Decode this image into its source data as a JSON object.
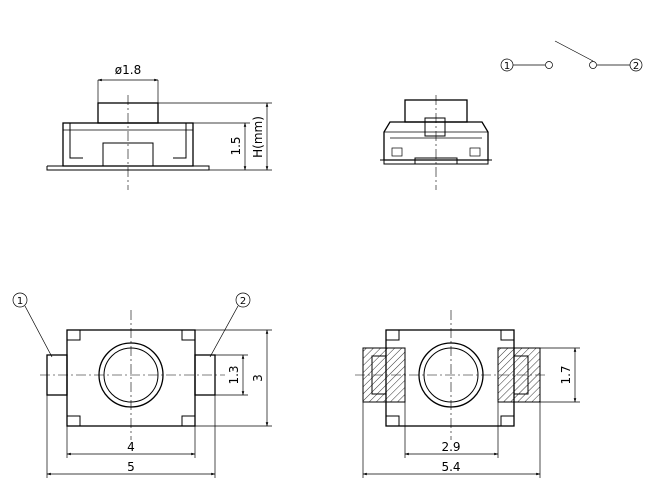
{
  "schematic": {
    "terminal_1": "1",
    "terminal_2": "2"
  },
  "side_view": {
    "diameter_label": "ø1.8",
    "height_label": "1.5",
    "total_height_label": "H(mm)"
  },
  "top_view_left": {
    "pin_1": "1",
    "pin_2": "2",
    "inner_width": "4",
    "outer_width": "5",
    "terminal_height": "1.3",
    "body_height": "3"
  },
  "footprint_view": {
    "inner_width": "2.9",
    "outer_width": "5.4",
    "pad_height": "1.7"
  }
}
